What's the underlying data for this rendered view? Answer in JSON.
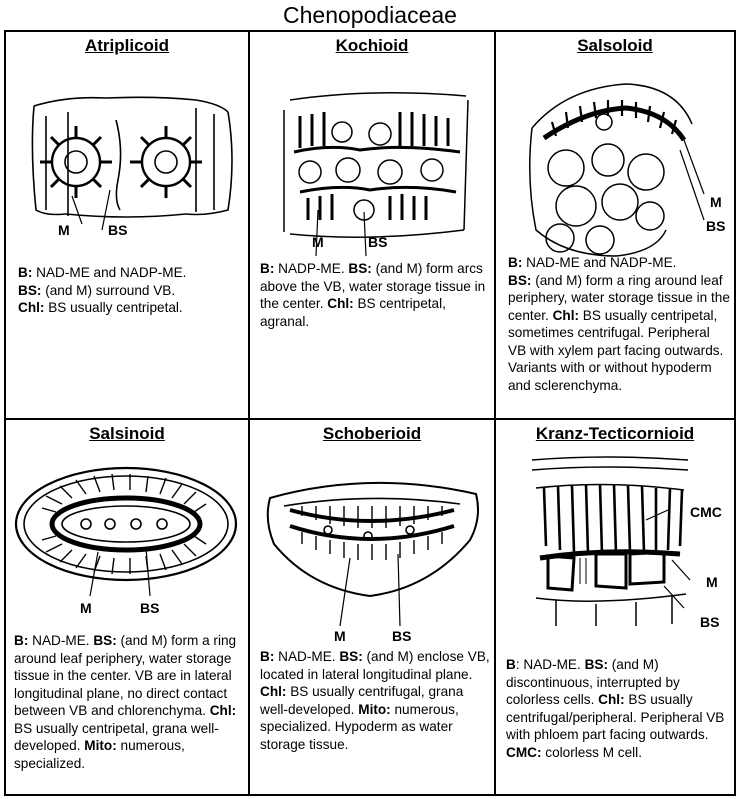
{
  "title": "Chenopodiaceae",
  "cells": [
    {
      "name": "Atriplicoid",
      "labels": [
        "M",
        "BS"
      ],
      "description": [
        {
          "b": "B:",
          "t": " NAD-ME and NADP-ME."
        },
        {
          "b": "BS:",
          "t": " (and M) surround VB."
        },
        {
          "b": "Chl:",
          "t": " BS usually centripetal."
        }
      ]
    },
    {
      "name": "Kochioid",
      "labels": [
        "M",
        "BS"
      ],
      "description": [
        {
          "b": "B:",
          "t": " NADP-ME.  "
        },
        {
          "b": "BS:",
          "t": " (and M) form arcs above the VB, water storage tissue in the center.  "
        },
        {
          "b": "Chl:",
          "t": " BS centripetal, agranal."
        }
      ]
    },
    {
      "name": "Salsoloid",
      "labels": [
        "M",
        "BS"
      ],
      "description": [
        {
          "b": "B:",
          "t": " NAD-ME and NADP-ME. "
        },
        {
          "b": "BS:",
          "t": " (and M) form a ring around leaf periphery, water storage tissue in the center.  "
        },
        {
          "b": "Chl:",
          "t": " BS usually centripetal, sometimes centrifugal. Peripheral VB with xylem part facing outwards. Variants with or without hypoderm and sclerenchyma."
        }
      ]
    },
    {
      "name": "Salsinoid",
      "labels": [
        "M",
        "BS"
      ],
      "description": [
        {
          "b": "B:",
          "t": " NAD-ME.  "
        },
        {
          "b": "BS:",
          "t": " (and M) form a ring around leaf periphery, water storage tissue in the center. VB are in lateral longitudinal plane, no direct contact between VB and chlorenchyma. "
        },
        {
          "b": "Chl:",
          "t": " BS usually centripetal, grana well-developed. "
        },
        {
          "b": "Mito:",
          "t": " numerous, specialized."
        }
      ]
    },
    {
      "name": "Schoberioid",
      "labels": [
        "M",
        "BS"
      ],
      "description": [
        {
          "b": "B:",
          "t": " NAD-ME.  "
        },
        {
          "b": "BS:",
          "t": " (and M) enclose VB, located in lateral longitudinal plane. "
        },
        {
          "b": "Chl:",
          "t": " BS usually centrifugal, grana well-developed.  "
        },
        {
          "b": "Mito:",
          "t": " numerous, specialized.  Hypoderm as water storage tissue."
        }
      ]
    },
    {
      "name": "Kranz-Tecticornioid",
      "labels": [
        "CMC",
        "M",
        "BS"
      ],
      "description": [
        {
          "b": "B",
          "t": ": NAD-ME.  "
        },
        {
          "b": "BS:",
          "t": " (and M) discontinuous, interrupted by colorless cells. "
        },
        {
          "b": "Chl:",
          "t": " BS usually centrifugal/peripheral. Peripheral VB with phloem part facing outwards.  "
        },
        {
          "b": "CMC:",
          "t": " colorless M cell."
        }
      ]
    }
  ]
}
